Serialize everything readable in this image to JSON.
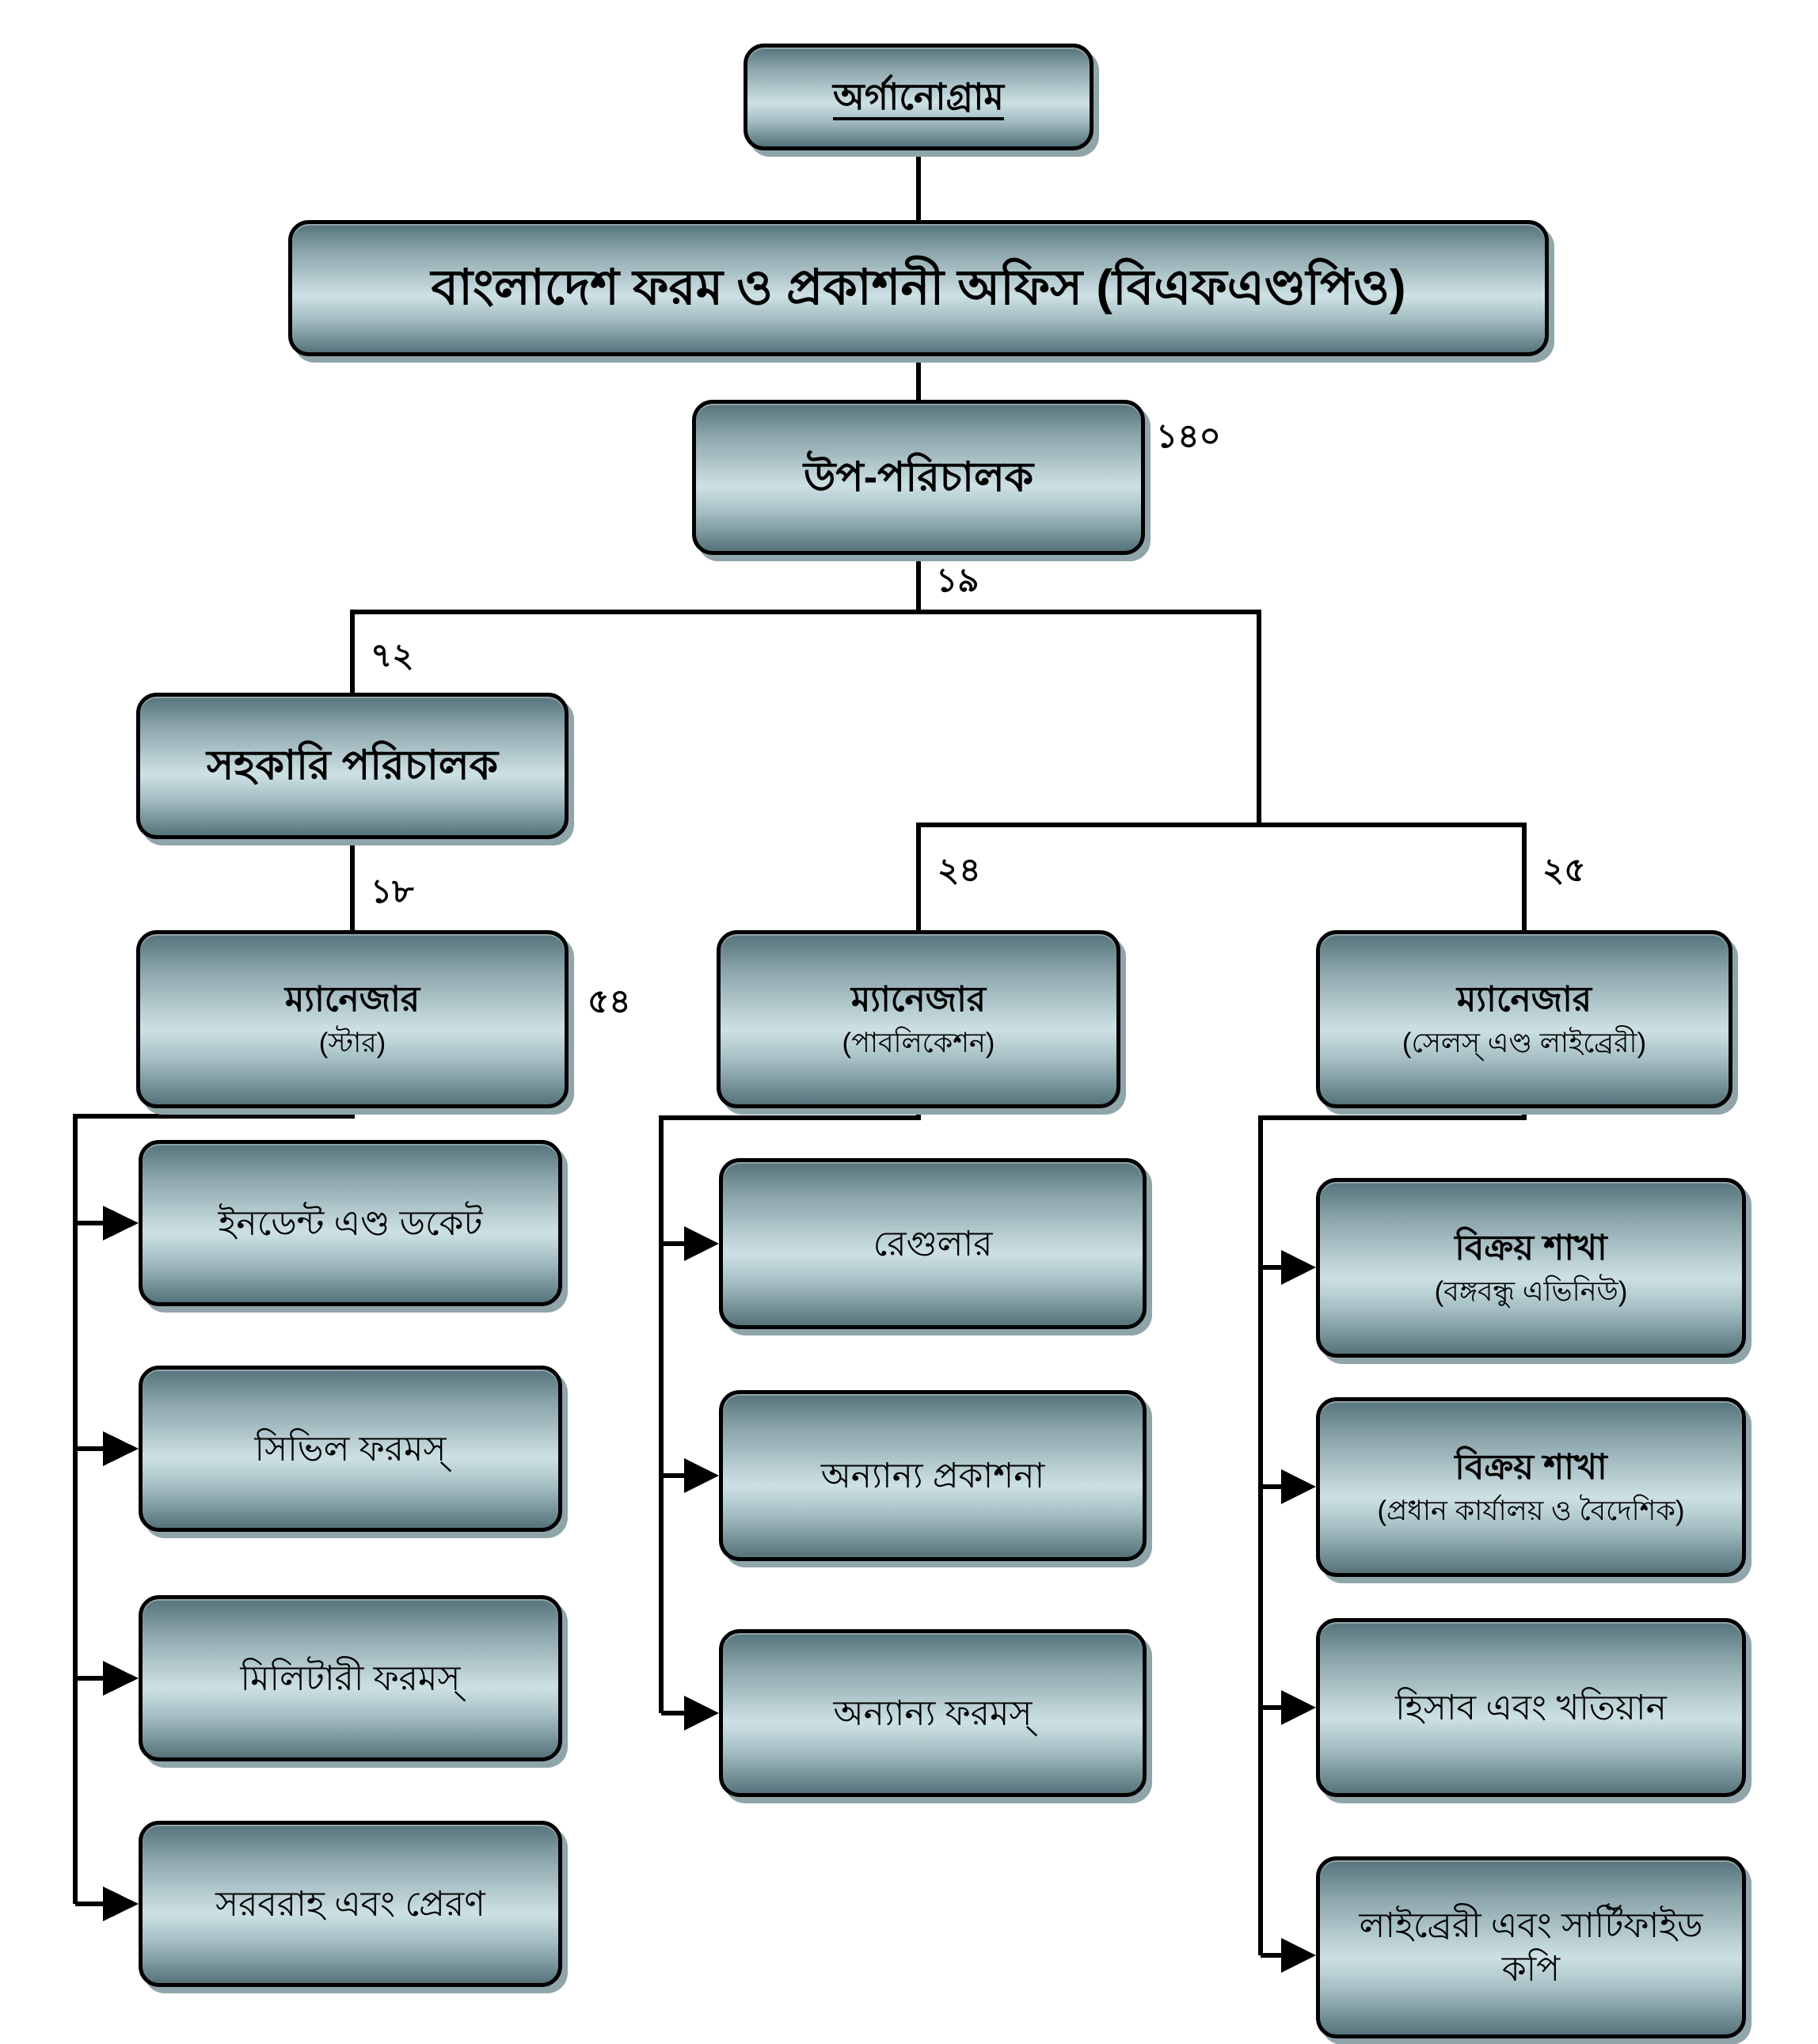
{
  "chart": {
    "root_label": "অর্গানোগ্রাম",
    "office_label": "বাংলাদেশ ফরম ও প্রকাশনী অফিস (বিএফএণ্ডপিও)",
    "deputy_director": {
      "label": "উপ-পরিচালক",
      "staff_count": "১৪০",
      "edge_count_below": "১৯"
    },
    "assistant_director": {
      "label": "সহকারি পরিচালক",
      "edge_count_above": "৭২",
      "edge_count_below": "১৮"
    },
    "manager_store": {
      "title": "ম্যানেজার",
      "dept": "(স্টার)",
      "staff_count": "৫৪"
    },
    "manager_publication": {
      "title": "ম্যানেজার",
      "dept": "(পাবলিকেশন)",
      "edge_count_above": "২৪"
    },
    "manager_sales": {
      "title": "ম্যানেজার",
      "dept": "(সেলস্ এণ্ড লাইব্রেরী)",
      "edge_count_above": "২৫"
    },
    "store_units": [
      "ইনডেন্ট এণ্ড ডকেট",
      "সিভিল ফরমস্",
      "মিলিটারী ফরমস্",
      "সরবরাহ এবং প্রেরণ"
    ],
    "publication_units": [
      "রেগুলার",
      "অন্যান্য প্রকাশনা",
      "অন্যান্য ফরমস্"
    ],
    "sales_units": [
      {
        "title": "বিক্রয় শাখা",
        "subtitle": "(বঙ্গবন্ধু এভিনিউ)"
      },
      {
        "title": "বিক্রয় শাখা",
        "subtitle": "(প্রধান কার্যালয় ও বৈদেশিক)"
      },
      {
        "title": "হিসাব এবং খতিয়ান",
        "subtitle": ""
      },
      {
        "title": "লাইব্রেরী এবং সার্টিফাইড কপি",
        "subtitle": ""
      }
    ],
    "colors": {
      "box_gradient_dark": "#56737b",
      "box_gradient_light": "#cde1e4",
      "box_border": "#000000",
      "box_shadow": "#8fa5aa",
      "connector_line": "#000000",
      "background": "#ffffff"
    }
  }
}
